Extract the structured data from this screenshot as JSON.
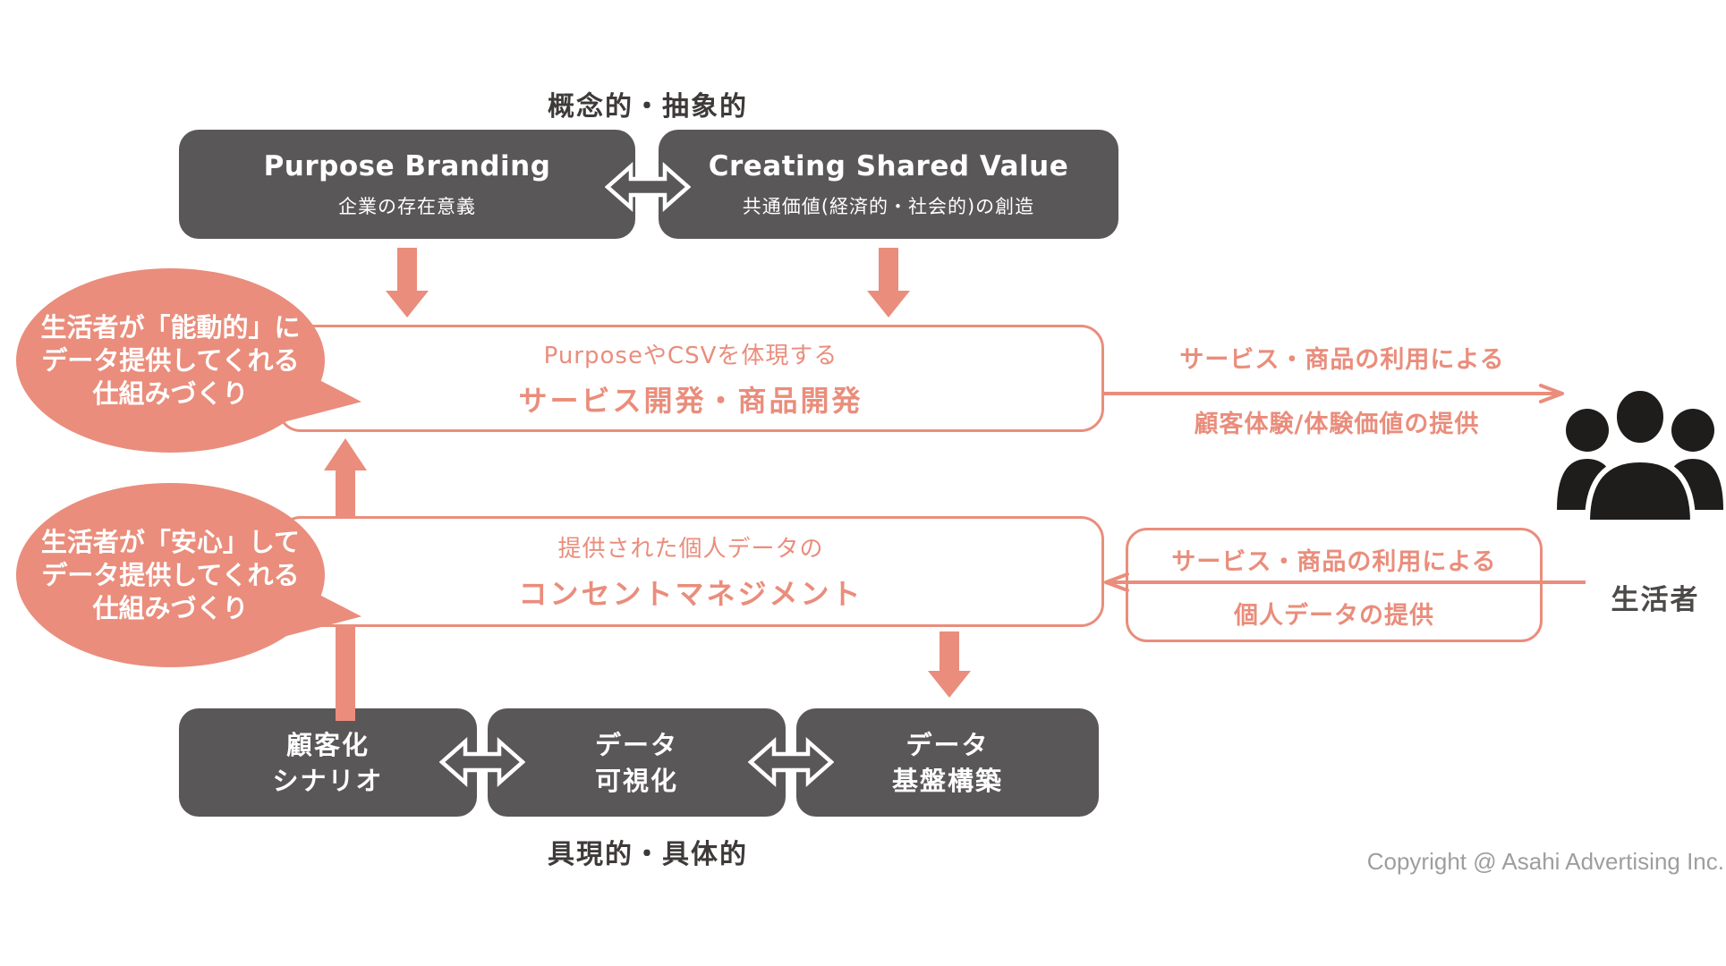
{
  "colors": {
    "salmon": "#EA8D7C",
    "dark_box_gray": "#595757",
    "label_dark": "#3e3a39",
    "consumer_label_gray": "#4c4948",
    "copyright_gray": "#9E9E9E",
    "people_icon_black": "#1f1c1c",
    "white": "#ffffff"
  },
  "top_label": "概念的・抽象的",
  "bottom_label": "具現的・具体的",
  "top_boxes": [
    {
      "title": "Purpose Branding",
      "subtitle": "企業の存在意義"
    },
    {
      "title": "Creating Shared Value",
      "subtitle": "共通価値(経済的・社会的)の創造"
    }
  ],
  "service_box": {
    "line1": "PurposeやCSVを体現する",
    "line2": "サービス開発・商品開発"
  },
  "consent_box": {
    "line1": "提供された個人データの",
    "line2": "コンセントマネジメント"
  },
  "bubbles": [
    {
      "lines": [
        "生活者が「能動的」に",
        "データ提供してくれる",
        "仕組みづくり"
      ]
    },
    {
      "lines": [
        "生活者が「安心」して",
        "データ提供してくれる",
        "仕組みづくり"
      ]
    }
  ],
  "right_top_flow": {
    "line1": "サービス・商品の利用による",
    "line2": "顧客体験/体験価値の提供"
  },
  "right_bottom_flow": {
    "line1": "サービス・商品の利用による",
    "line2": "個人データの提供"
  },
  "consumer_label": "生活者",
  "bottom_boxes": [
    {
      "lines": [
        "顧客化",
        "シナリオ"
      ]
    },
    {
      "lines": [
        "データ",
        "可視化"
      ]
    },
    {
      "lines": [
        "データ",
        "基盤構築"
      ]
    }
  ],
  "copyright": "Copyright @ Asahi Advertising Inc."
}
